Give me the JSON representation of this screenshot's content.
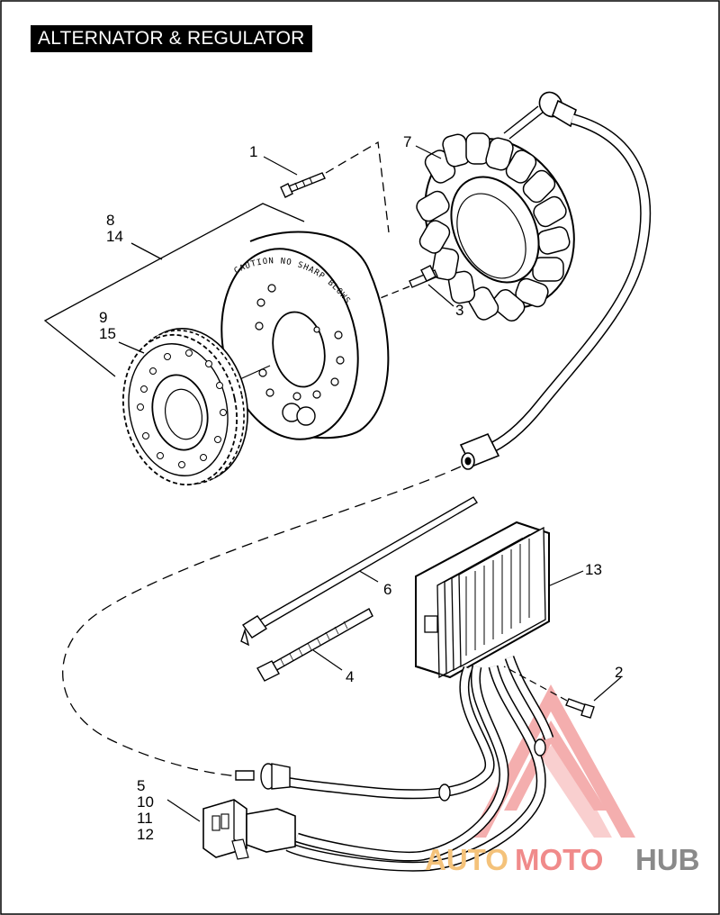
{
  "title": "ALTERNATOR & REGULATOR",
  "callouts": {
    "c1": "1",
    "c2": "2",
    "c3": "3",
    "c4": "4",
    "c5": "5",
    "c6": "6",
    "c7": "7",
    "c8": "8",
    "c9": "9",
    "c10": "10",
    "c11": "11",
    "c12": "12",
    "c13": "13",
    "c14": "14",
    "c15": "15"
  },
  "rotor_stamp": "CAUTION NO SHARP BLOWS",
  "watermark": {
    "part_a": "AUTO",
    "part_b": "MOTO",
    "part_c": "HUB",
    "logo_colors": [
      "#f08a8a",
      "#f4c27a",
      "#8a8a8a"
    ]
  }
}
